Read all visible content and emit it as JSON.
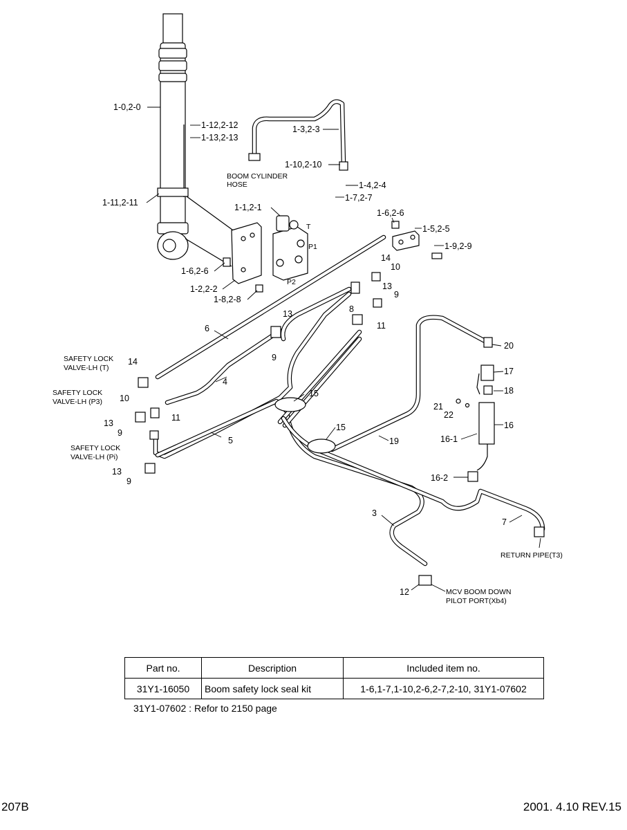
{
  "callouts": {
    "c1_0": "1-0,2-0",
    "c1_12": "1-12,2-12",
    "c1_13": "1-13,2-13",
    "c1_3": "1-3,2-3",
    "c1_10": "1-10,2-10",
    "c1_4": "1-4,2-4",
    "c1_7": "1-7,2-7",
    "c1_11": "1-11,2-11",
    "c1_1": "1-1,2-1",
    "c1_6a": "1-6,2-6",
    "c1_5": "1-5,2-5",
    "c1_9": "1-9,2-9",
    "c1_6b": "1-6,2-6",
    "c1_2": "1-2,2-2",
    "c1_8": "1-8,2-8",
    "n14a": "14",
    "n10a": "10",
    "n13a": "13",
    "n8": "8",
    "n9a": "9",
    "n11a": "11",
    "n13b": "13",
    "n6": "6",
    "n9b": "9",
    "n14b": "14",
    "n10b": "10",
    "n4": "4",
    "n13c": "13",
    "n9c": "9",
    "n11b": "11",
    "n5": "5",
    "n13d": "13",
    "n9d": "9",
    "n15a": "15",
    "n15b": "15",
    "n19": "19",
    "n20": "20",
    "n17": "17",
    "n18": "18",
    "n21": "21",
    "n22": "22",
    "n16": "16",
    "n16_1": "16-1",
    "n16_2": "16-2",
    "n3": "3",
    "n7": "7",
    "n12": "12"
  },
  "notes": {
    "boom_hose_1": "BOOM CYLINDER",
    "boom_hose_2": "HOSE",
    "sl_t_1": "SAFETY LOCK",
    "sl_t_2": "VALVE-LH (T)",
    "sl_p3_1": "SAFETY LOCK",
    "sl_p3_2": "VALVE-LH (P3)",
    "sl_pi_1": "SAFETY LOCK",
    "sl_pi_2": "VALVE-LH (Pi)",
    "return_pipe": "RETURN PIPE(T3)",
    "mcv_1": "MCV BOOM DOWN",
    "mcv_2": "PILOT PORT(Xb4)",
    "port_p1": "P1",
    "port_p2": "P2",
    "port_t": "T"
  },
  "table": {
    "headers": [
      "Part no.",
      "Description",
      "Included item no."
    ],
    "rows": [
      [
        "31Y1-16050",
        "Boom safety lock seal kit",
        "1-6,1-7,1-10,2-6,2-7,2-10, 31Y1-07602"
      ]
    ]
  },
  "footnote": "31Y1-07602 : Refor to 2150 page",
  "page_number": "207B",
  "revision": "2001. 4.10 REV.15"
}
